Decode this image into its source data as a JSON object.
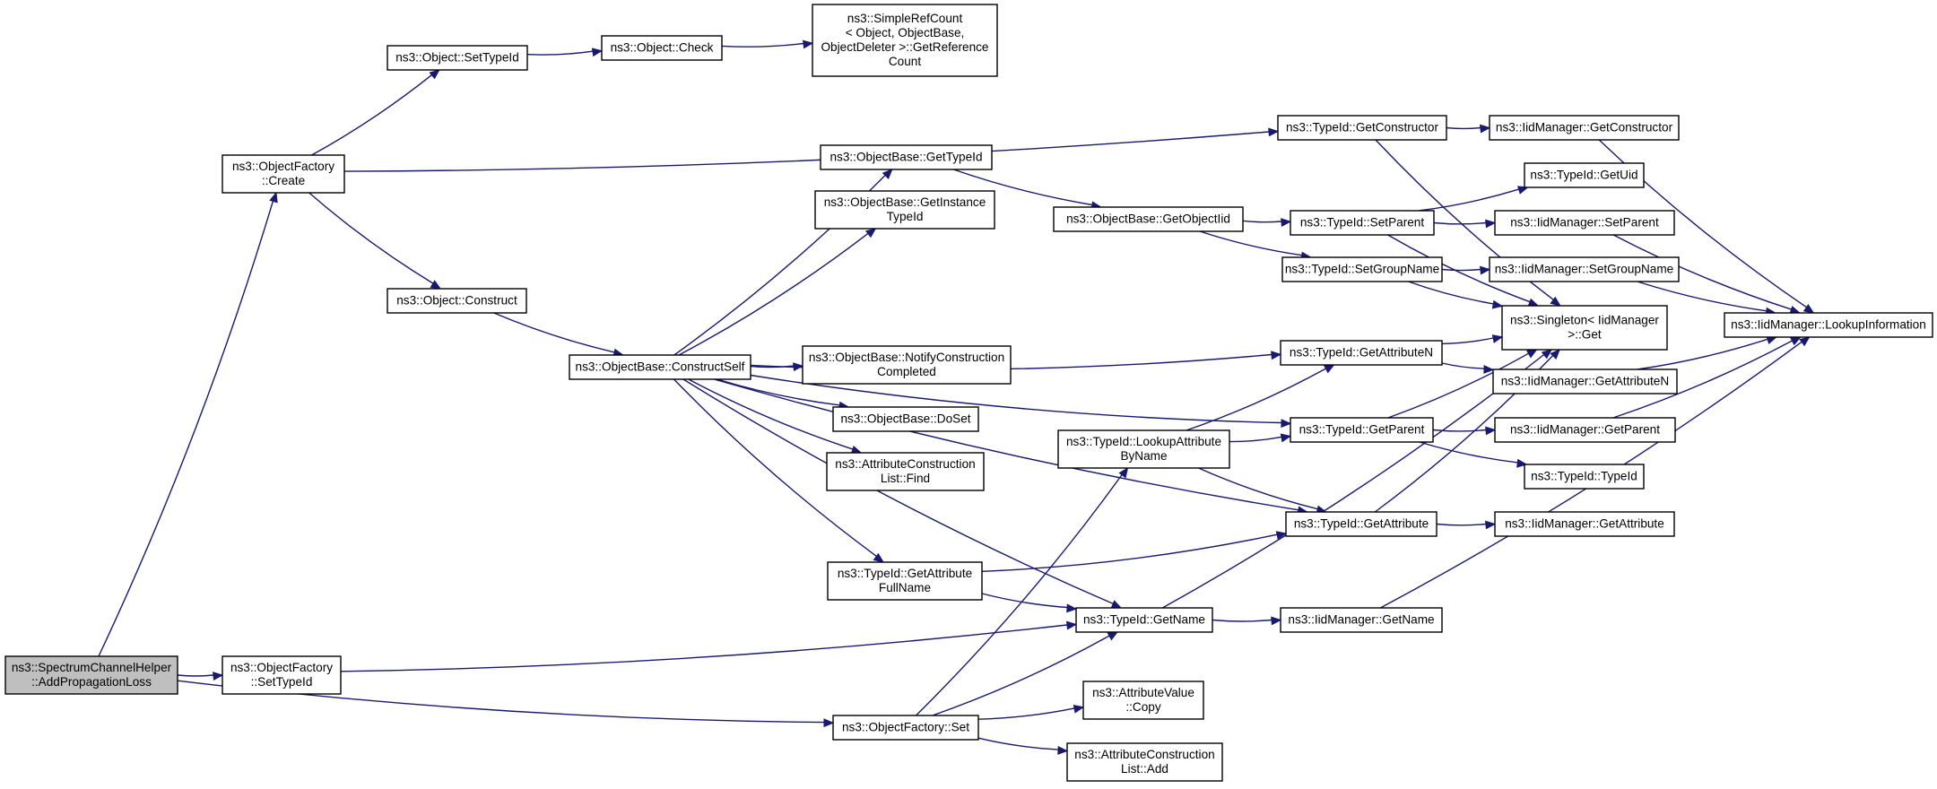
{
  "nodes": {
    "root": [
      "ns3::SpectrumChannelHelper",
      "::AddPropagationLoss"
    ],
    "of_create": [
      "ns3::ObjectFactory",
      "::Create"
    ],
    "of_settypeid": [
      "ns3::ObjectFactory",
      "::SetTypeId"
    ],
    "of_set": [
      "ns3::ObjectFactory::Set"
    ],
    "obj_settypeid": [
      "ns3::Object::SetTypeId"
    ],
    "obj_check": [
      "ns3::Object::Check"
    ],
    "srefcount": [
      "ns3::SimpleRefCount",
      "< Object, ObjectBase,",
      " ObjectDeleter >::GetReference",
      "Count"
    ],
    "obj_construct": [
      "ns3::Object::Construct"
    ],
    "ob_constructself": [
      "ns3::ObjectBase::ConstructSelf"
    ],
    "ob_gettypeid": [
      "ns3::ObjectBase::GetTypeId"
    ],
    "ob_getinstance": [
      "ns3::ObjectBase::GetInstance",
      "TypeId"
    ],
    "ob_notify": [
      "ns3::ObjectBase::NotifyConstruction",
      "Completed"
    ],
    "ob_doset": [
      "ns3::ObjectBase::DoSet"
    ],
    "acl_find": [
      "ns3::AttributeConstruction",
      "List::Find"
    ],
    "tid_getattrfull": [
      "ns3::TypeId::GetAttribute",
      "FullName"
    ],
    "ob_getobjectiid": [
      "ns3::ObjectBase::GetObjectIid"
    ],
    "tid_lookupattr": [
      "ns3::TypeId::LookupAttribute",
      "ByName"
    ],
    "tid_getname": [
      "ns3::TypeId::GetName"
    ],
    "av_copy": [
      "ns3::AttributeValue",
      "::Copy"
    ],
    "acl_add": [
      "ns3::AttributeConstruction",
      "List::Add"
    ],
    "tid_getconstructor": [
      "ns3::TypeId::GetConstructor"
    ],
    "tid_setparent": [
      "ns3::TypeId::SetParent"
    ],
    "tid_setgroupname": [
      "ns3::TypeId::SetGroupName"
    ],
    "tid_getattrn": [
      "ns3::TypeId::GetAttributeN"
    ],
    "tid_getparent": [
      "ns3::TypeId::GetParent"
    ],
    "tid_getattribute": [
      "ns3::TypeId::GetAttribute"
    ],
    "iid_getname": [
      "ns3::IidManager::GetName"
    ],
    "iid_getconstructor": [
      "ns3::IidManager::GetConstructor"
    ],
    "tid_getuid": [
      "ns3::TypeId::GetUid"
    ],
    "iid_setparent": [
      "ns3::IidManager::SetParent"
    ],
    "iid_setgroupname": [
      "ns3::IidManager::SetGroupName"
    ],
    "singleton_get": [
      "ns3::Singleton< IidManager",
      " >::Get"
    ],
    "iid_getattrn": [
      "ns3::IidManager::GetAttributeN"
    ],
    "iid_getparent": [
      "ns3::IidManager::GetParent"
    ],
    "tid_typeid": [
      "ns3::TypeId::TypeId"
    ],
    "iid_getattribute": [
      "ns3::IidManager::GetAttribute"
    ],
    "iid_lookupinfo": [
      "ns3::IidManager::LookupInformation"
    ]
  },
  "edges": [
    [
      "root",
      "of_create"
    ],
    [
      "root",
      "of_settypeid"
    ],
    [
      "root",
      "of_set"
    ],
    [
      "of_create",
      "obj_settypeid"
    ],
    [
      "of_create",
      "tid_getconstructor"
    ],
    [
      "of_create",
      "obj_construct"
    ],
    [
      "obj_settypeid",
      "obj_check"
    ],
    [
      "obj_check",
      "srefcount"
    ],
    [
      "obj_construct",
      "ob_constructself"
    ],
    [
      "ob_constructself",
      "ob_gettypeid"
    ],
    [
      "ob_constructself",
      "ob_getinstance"
    ],
    [
      "ob_constructself",
      "tid_getattrn"
    ],
    [
      "ob_constructself",
      "tid_getparent"
    ],
    [
      "ob_constructself",
      "ob_notify"
    ],
    [
      "ob_constructself",
      "ob_doset"
    ],
    [
      "ob_constructself",
      "acl_find"
    ],
    [
      "ob_constructself",
      "tid_getattribute"
    ],
    [
      "ob_constructself",
      "tid_getattrfull"
    ],
    [
      "ob_constructself",
      "tid_getname"
    ],
    [
      "ob_gettypeid",
      "ob_getobjectiid"
    ],
    [
      "ob_getobjectiid",
      "tid_setparent"
    ],
    [
      "ob_getobjectiid",
      "tid_setgroupname"
    ],
    [
      "of_settypeid",
      "tid_getname"
    ],
    [
      "of_set",
      "tid_lookupattr"
    ],
    [
      "of_set",
      "tid_getname"
    ],
    [
      "of_set",
      "av_copy"
    ],
    [
      "of_set",
      "acl_add"
    ],
    [
      "tid_getattrfull",
      "tid_getattribute"
    ],
    [
      "tid_getattrfull",
      "tid_getname"
    ],
    [
      "tid_lookupattr",
      "tid_getattrn"
    ],
    [
      "tid_lookupattr",
      "tid_getparent"
    ],
    [
      "tid_lookupattr",
      "tid_getattribute"
    ],
    [
      "tid_getconstructor",
      "iid_getconstructor"
    ],
    [
      "tid_getconstructor",
      "singleton_get"
    ],
    [
      "tid_setparent",
      "tid_getuid"
    ],
    [
      "tid_setparent",
      "iid_setparent"
    ],
    [
      "tid_setparent",
      "singleton_get"
    ],
    [
      "tid_setgroupname",
      "iid_setgroupname"
    ],
    [
      "tid_setgroupname",
      "singleton_get"
    ],
    [
      "tid_getattrn",
      "singleton_get"
    ],
    [
      "tid_getattrn",
      "iid_getattrn"
    ],
    [
      "tid_getparent",
      "singleton_get"
    ],
    [
      "tid_getparent",
      "iid_getparent"
    ],
    [
      "tid_getparent",
      "tid_typeid"
    ],
    [
      "tid_getattribute",
      "singleton_get"
    ],
    [
      "tid_getattribute",
      "iid_getattribute"
    ],
    [
      "tid_getname",
      "singleton_get"
    ],
    [
      "tid_getname",
      "iid_getname"
    ],
    [
      "iid_getconstructor",
      "iid_lookupinfo"
    ],
    [
      "iid_setparent",
      "iid_lookupinfo"
    ],
    [
      "iid_setgroupname",
      "iid_lookupinfo"
    ],
    [
      "iid_getattrn",
      "iid_lookupinfo"
    ],
    [
      "iid_getparent",
      "iid_lookupinfo"
    ],
    [
      "iid_getname",
      "iid_lookupinfo"
    ]
  ]
}
